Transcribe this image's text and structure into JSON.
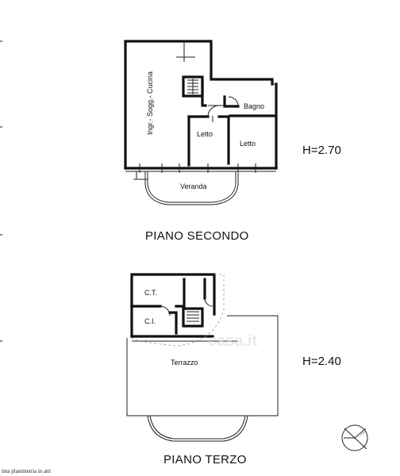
{
  "floors": [
    {
      "title": "PIANO SECONDO",
      "height": "H=2.70",
      "rooms": {
        "ingresso": "Ingr.- Sogg.- Cucina",
        "bagno": "Bagno",
        "letto1": "Letto",
        "letto2": "Letto",
        "veranda": "Veranda"
      }
    },
    {
      "title": "PIANO TERZO",
      "height": "H=2.40",
      "rooms": {
        "ct": "C.T.",
        "ci": "C.I.",
        "terrazzo": "Terrazzo"
      }
    }
  ],
  "footer_note": "ima planimetria in atti",
  "watermark": "casa.it"
}
